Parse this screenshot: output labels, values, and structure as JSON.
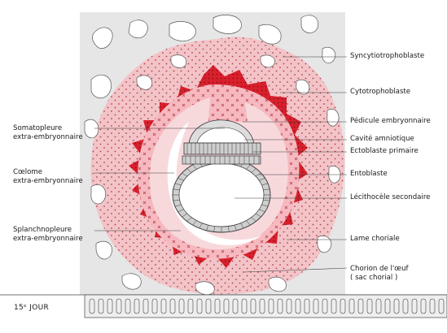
{
  "labels_right": {
    "syncytiotrophoblaste": "Syncytiotrophoblaste",
    "cytotrophoblaste": "Cytotrophoblaste",
    "pedicule": "Pédicule embryonnaire",
    "cavite": "Cavité amniotique",
    "ectoblaste": "Ectoblaste primaire",
    "entoblaste": "Entoblaste",
    "lecithocele": "Lécithocèle secondaire",
    "lame": "Lame choriale",
    "chorion_1": "Chorion de l'œuf",
    "chorion_2": "( sac chorial )"
  },
  "labels_left": {
    "somatopleure_1": "Somatopleure",
    "somatopleure_2": "extra-embryonnaire",
    "coelome_1": "Cœlome",
    "coelome_2": "extra-embryonnaire",
    "splanchnopleure_1": "Splanchnopleure",
    "splanchnopleure_2": "extra-embryonnaire"
  },
  "day_label": "15ᵉ JOUR",
  "colors": {
    "panel": "#e6e6e6",
    "trophoblast": "#f2c4c8",
    "cytotrophoblast_dark": "#d8202c",
    "chorion_pink": "#f6b9c0",
    "coelome": "#f7d9dc",
    "lacuna": "#ffffff",
    "line": "#3a3a3a",
    "endometrium": "#eeeeee"
  }
}
